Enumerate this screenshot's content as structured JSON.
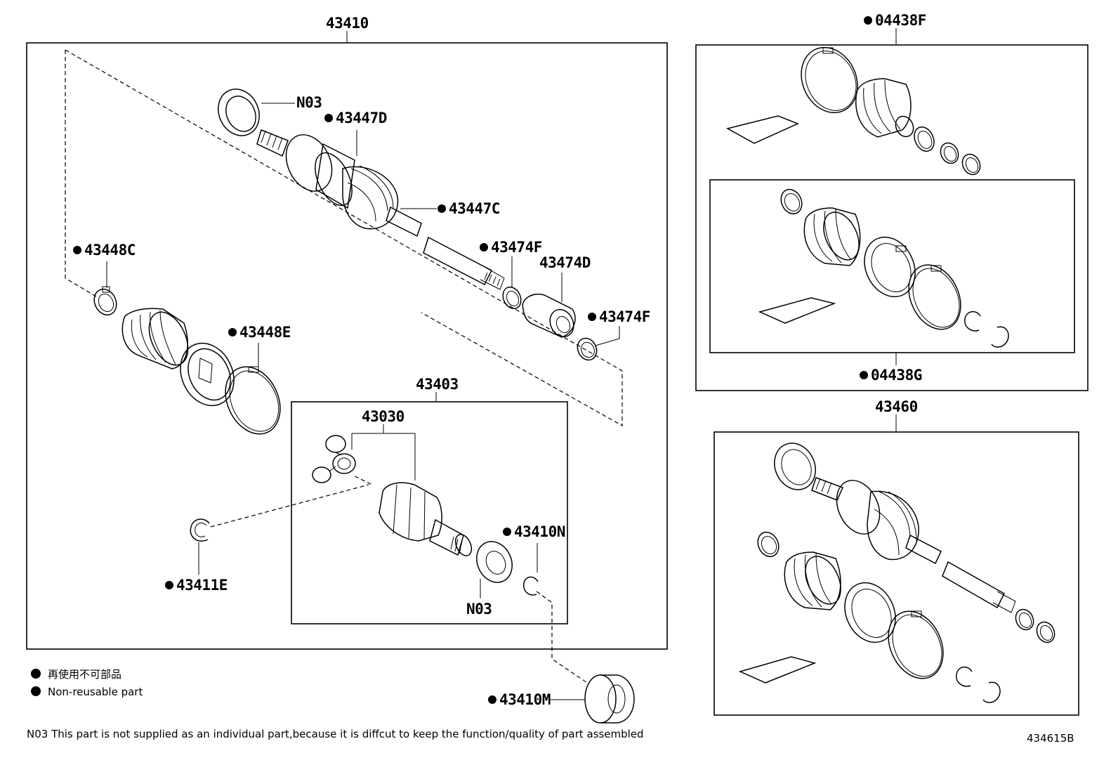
{
  "assemblies": {
    "a43410": "43410",
    "a43403": "43403",
    "a43030": "43030",
    "a04438F": "04438F",
    "a04438G": "04438G",
    "a43460": "43460"
  },
  "parts": {
    "n03_top": "N03",
    "p43447D": "43447D",
    "p43447C": "43447C",
    "p43474F_a": "43474F",
    "p43474D": "43474D",
    "p43474F_b": "43474F",
    "p43448C": "43448C",
    "p43448E": "43448E",
    "p43411E": "43411E",
    "p43410N": "43410N",
    "n03_bottom": "N03",
    "p43410M": "43410M"
  },
  "legend": {
    "jp": "再使用不可部品",
    "en": "Non-reusable part"
  },
  "note": "N03 This part is not supplied as an  individual part,because it is diffcut to keep the function/quality of part assembled",
  "diagram_id": "434615B"
}
